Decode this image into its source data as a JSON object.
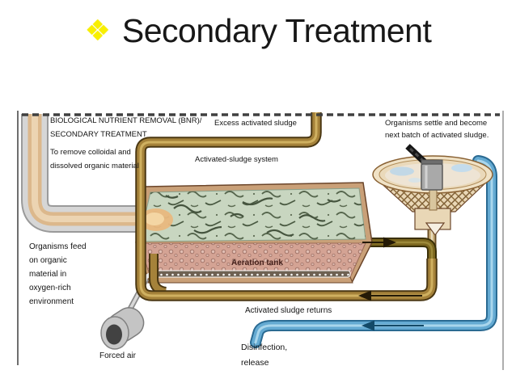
{
  "slide": {
    "title": "Secondary Treatment",
    "bullet_glyph": "❖"
  },
  "palette": {
    "bullet_yellow": "#f8ef00",
    "sludge_pipe_brown": "#a5823a",
    "transfer_pipe_olive": "#7c671f",
    "effluent_pipe_blue": "#64aad2",
    "influent_pipe_gray": "#d6d6d6",
    "influent_pipe_core_tan": "#dcb88c",
    "tank_water_green": "#c8d6c0",
    "tank_wall_pink": "#d4a394",
    "clarifier_tan": "#ead9ba"
  },
  "diagram": {
    "heading_lines": [
      "BIOLOGICAL NUTRIENT REMOVAL (BNR)/",
      "SECONDARY TREATMENT",
      "To remove colloidal and",
      "dissolved organic material"
    ],
    "labels": {
      "excess_sludge": "Excess activated sludge",
      "activated_sludge_system": "Activated-sludge system",
      "organisms_settle_lines": [
        "Organisms settle and become",
        "next batch of activated sludge."
      ],
      "organisms_feed_lines": [
        "Organisms feed",
        "on organic",
        "material in",
        "oxygen-rich",
        "environment"
      ],
      "aeration_tank": "Aeration tank",
      "forced_air": "Forced air",
      "activated_sludge_returns": "Activated sludge returns",
      "disinfection_lines": [
        "Disinfection,",
        "release"
      ]
    }
  }
}
